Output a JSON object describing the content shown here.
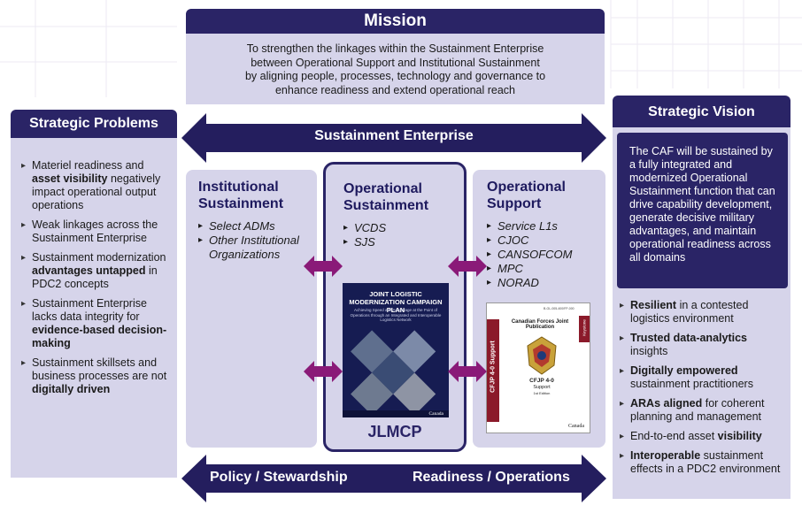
{
  "mission": {
    "title": "Mission",
    "lines": [
      "To strengthen the linkages within the Sustainment Enterprise",
      "between Operational Support and Institutional Sustainment",
      "by aligning people, processes, technology and governance to",
      "enhance readiness and extend operational reach"
    ]
  },
  "strategic_problems": {
    "title": "Strategic Problems",
    "items": [
      {
        "pre": "Materiel readiness and ",
        "bold": "asset visibility",
        "post": " negatively impact operational output operations"
      },
      {
        "pre": "Weak linkages across the Sustainment Enterprise",
        "bold": "",
        "post": ""
      },
      {
        "pre": "Sustainment modernization ",
        "bold": "advantages untapped",
        "post": " in PDC2 concepts"
      },
      {
        "pre": "Sustainment Enterprise lacks data integrity for ",
        "bold": "evidence-based decision-making",
        "post": ""
      },
      {
        "pre": "Sustainment skillsets and business processes are not ",
        "bold": "digitally driven",
        "post": ""
      }
    ]
  },
  "sustainment_enterprise_label": "Sustainment Enterprise",
  "columns": {
    "institutional": {
      "title": "Institutional Sustainment",
      "items": [
        "Select ADMs",
        "Other Institutional Organizations"
      ]
    },
    "operational_sustainment": {
      "title": "Operational Sustainment",
      "items": [
        "VCDS",
        "SJS"
      ]
    },
    "operational_support": {
      "title": "Operational Support",
      "items": [
        "Service L1s",
        "CJOC",
        "CANSOFCOM",
        "MPC",
        "NORAD"
      ]
    }
  },
  "jlmcp": {
    "label": "JLMCP",
    "cover_title": "JOINT LOGISTIC MODERNIZATION CAMPAIGN PLAN",
    "cover_subtitle": "Achieving Speed and Advantage at the Point of Operations through an Integrated and Interoperable Logistics Network",
    "cover_brand": "Canada"
  },
  "cfjp": {
    "header": "Canadian Forces Joint Publication",
    "side_label": "CFJP 4-0 Support",
    "tag": "Keystone",
    "code": "B-GL-005-400/FP-000",
    "title": "CFJP 4-0",
    "sub": "Support",
    "edition": "1st Edition",
    "brand": "Canada"
  },
  "bottom_arrow": {
    "left": "Policy / Stewardship",
    "right": "Readiness / Operations"
  },
  "strategic_vision": {
    "title": "Strategic Vision",
    "statement": "The CAF will be sustained by a fully integrated and modernized Operational Sustainment function that can drive capability development, generate decisive military advantages, and maintain operational readiness across all domains",
    "items": [
      {
        "pre": "",
        "bold": "Resilient",
        "post": " in a contested logistics environment"
      },
      {
        "pre": "",
        "bold": "Trusted data-analytics",
        "post": " insights"
      },
      {
        "pre": "",
        "bold": "Digitally empowered",
        "post": " sustainment practitioners"
      },
      {
        "pre": "",
        "bold": "ARAs aligned",
        "post": " for coherent planning and management"
      },
      {
        "pre": "End-to-end asset ",
        "bold": "visibility",
        "post": ""
      },
      {
        "pre": "",
        "bold": "Interoperable",
        "post": " sustainment effects in a PDC2 environment"
      }
    ]
  },
  "colors": {
    "navy": "#2a2466",
    "lavender": "#d6d4ea",
    "arrow_purple": "#8a1a78"
  }
}
